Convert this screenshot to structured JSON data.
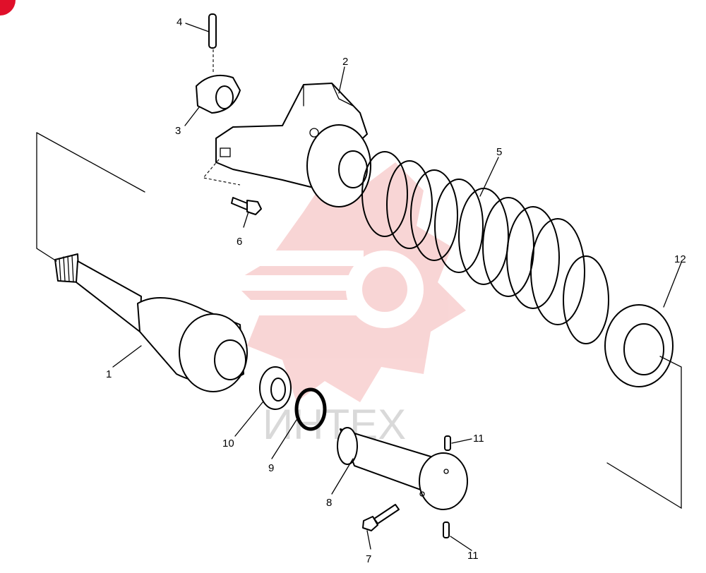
{
  "watermark": {
    "text": "ИНТЕХ",
    "color": "#f4b4b4",
    "text_color": "#d9d9d9"
  },
  "corner_mark_color": "#e0102a",
  "callouts": {
    "c1": "1",
    "c2": "2",
    "c3": "3",
    "c4": "4",
    "c5": "5",
    "c6": "6",
    "c7": "7",
    "c8": "8",
    "c9": "9",
    "c10": "10",
    "c11a": "11",
    "c11b": "11",
    "c12": "12"
  }
}
